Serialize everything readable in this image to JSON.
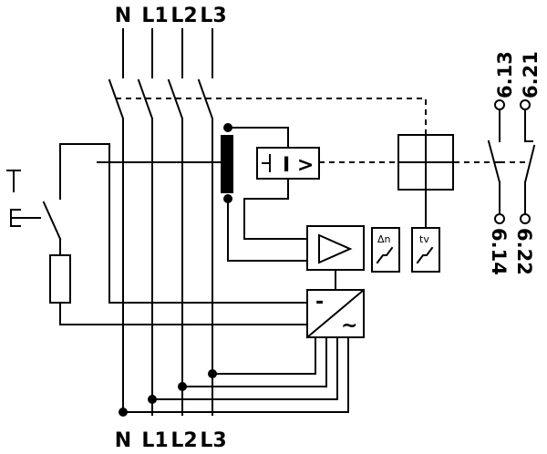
{
  "labels": {
    "top": [
      "N",
      "L1",
      "L2",
      "L3"
    ],
    "bottom": [
      "N",
      "L1",
      "L2",
      "L3"
    ],
    "contacts_top": [
      "6.13",
      "6.21"
    ],
    "contacts_bottom": [
      "6.14",
      "6.22"
    ],
    "delta_n": "Δn",
    "tv": "tv",
    "comparator": "I >",
    "converter_dc": "-",
    "converter_ac": "~"
  },
  "colors": {
    "line": "#000000",
    "background": "#ffffff"
  }
}
